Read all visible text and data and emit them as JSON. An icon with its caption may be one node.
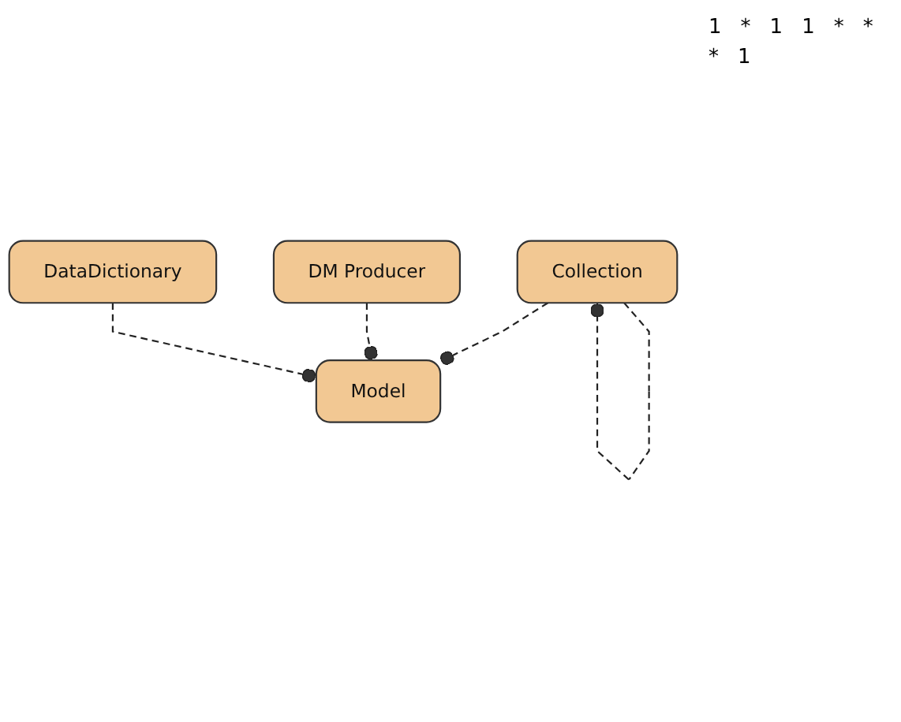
{
  "diagram": {
    "nodes": [
      {
        "text": [
          "Collection"
        ]
      },
      {
        "text": [
          "DM Producer"
        ]
      },
      {
        "text": [
          "Model"
        ]
      },
      {
        "text": [
          "DataDictionary"
        ]
      }
    ],
    "edges": [
      {
        "from": 0,
        "to": 0,
        "arrow": "other",
        "style": "dashed"
      },
      {
        "from": 0,
        "to": 2,
        "arrow": "other",
        "style": "dashed"
      },
      {
        "from": 1,
        "to": 2,
        "arrow": "other",
        "style": "dashed"
      },
      {
        "from": 3,
        "to": 2,
        "arrow": "other",
        "style": "dashed"
      }
    ],
    "labels": [
      "1",
      "*",
      "1",
      "1",
      "*",
      "*",
      "*",
      "1"
    ]
  }
}
